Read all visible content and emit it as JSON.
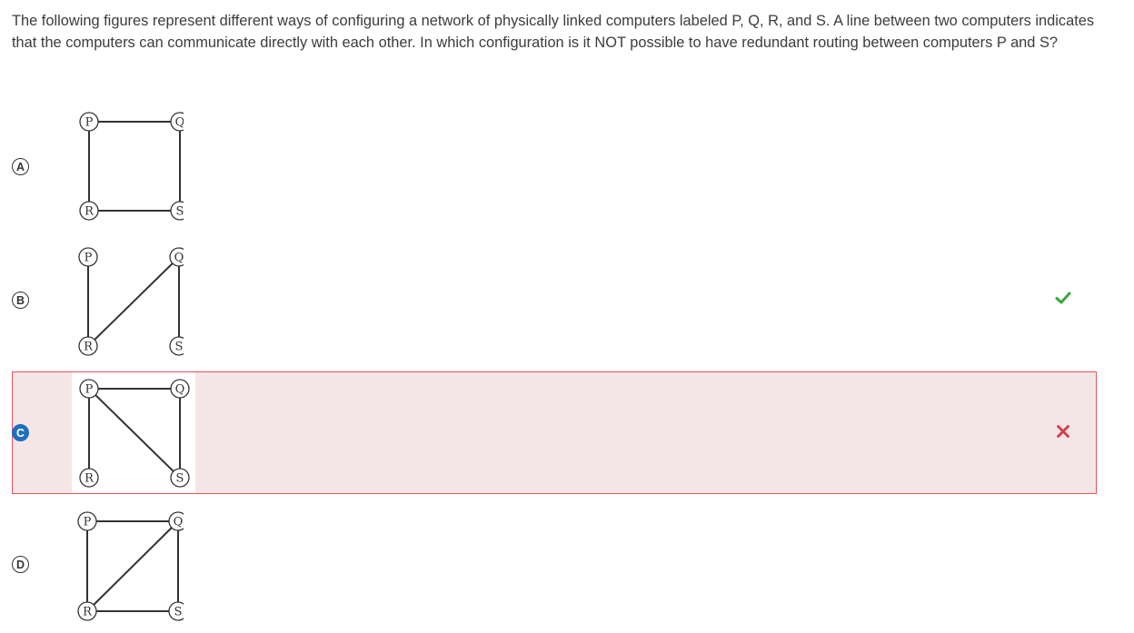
{
  "question": {
    "text": "The following figures represent different ways of configuring a network of physically linked computers labeled P, Q, R, and S. A line between two computers indicates that the computers can communicate directly with each other. In which configuration is it NOT possible to have redundant routing between computers P and S?"
  },
  "nodes": {
    "p": "P",
    "q": "Q",
    "r": "R",
    "s": "S"
  },
  "options": [
    {
      "letter": "A",
      "edges": [
        [
          "P",
          "Q"
        ],
        [
          "P",
          "R"
        ],
        [
          "R",
          "S"
        ],
        [
          "Q",
          "S"
        ]
      ],
      "state": "none"
    },
    {
      "letter": "B",
      "edges": [
        [
          "P",
          "R"
        ],
        [
          "R",
          "Q"
        ],
        [
          "Q",
          "S"
        ]
      ],
      "state": "correct",
      "status_icon": "check-icon"
    },
    {
      "letter": "C",
      "edges": [
        [
          "P",
          "Q"
        ],
        [
          "P",
          "R"
        ],
        [
          "P",
          "S"
        ],
        [
          "Q",
          "S"
        ]
      ],
      "state": "selected-wrong",
      "status_icon": "x-icon"
    },
    {
      "letter": "D",
      "edges": [
        [
          "P",
          "Q"
        ],
        [
          "P",
          "R"
        ],
        [
          "R",
          "S"
        ],
        [
          "Q",
          "S"
        ],
        [
          "Q",
          "R"
        ]
      ],
      "state": "none"
    }
  ],
  "colors": {
    "correct": "#3aa83d",
    "wrong": "#d23c4a",
    "selected_bg": "#f4e6e7",
    "selected_border": "#e2555f",
    "selected_badge": "#1f6fbd"
  }
}
